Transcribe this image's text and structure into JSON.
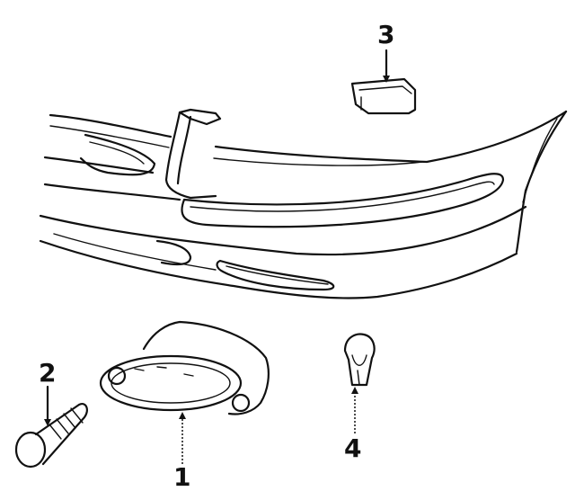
{
  "callouts": {
    "c1": "1",
    "c2": "2",
    "c3": "3",
    "c4": "4"
  },
  "colors": {
    "ink": "#111111",
    "background": "#ffffff"
  }
}
